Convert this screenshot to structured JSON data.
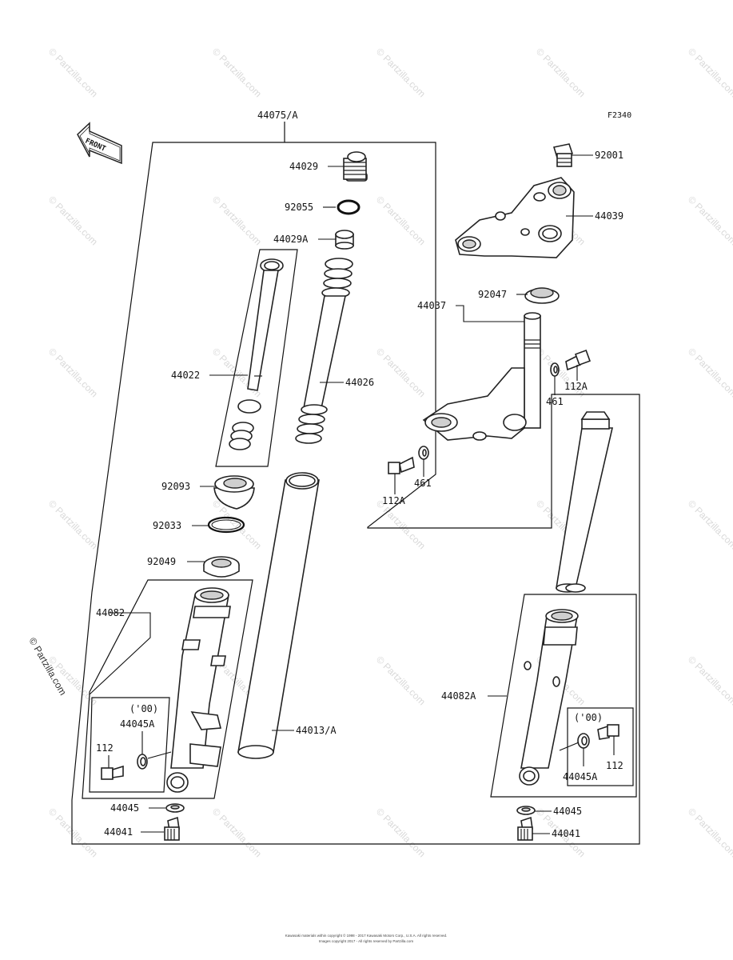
{
  "diagram": {
    "figure_code": "F2340",
    "front_arrow_text": "FRONT",
    "side_watermark": "© Partzilla.com",
    "watermark_text": "© Partzilla.com",
    "footer_line1": "Kawasaki materials within copyright © 1998 - 2017 Kawasaki Motors Corp., U.S.A. All rights reserved.",
    "footer_line2": "Images copyright 2017 - All rights reserved by Partzilla.com",
    "labels": {
      "p44075A": "44075/A",
      "p44029": "44029",
      "p92055": "92055",
      "p44029A": "44029A",
      "p44022": "44022",
      "p44026": "44026",
      "p92093": "92093",
      "p92033": "92033",
      "p92049": "92049",
      "p44082": "44082",
      "p00L": "('00)",
      "p44045A_L": "44045A",
      "p112_L": "112",
      "p44045_L": "44045",
      "p44041_L": "44041",
      "p44013A": "44013/A",
      "p92001": "92001",
      "p44039": "44039",
      "p92047": "92047",
      "p44037": "44037",
      "p112A_top": "112A",
      "p461_top": "461",
      "p461_bot": "461",
      "p112A_bot": "112A",
      "p44082A": "44082A",
      "p00R": "('00)",
      "p112_R": "112",
      "p44045A_R": "44045A",
      "p44045_R": "44045",
      "p44041_R": "44041"
    }
  }
}
